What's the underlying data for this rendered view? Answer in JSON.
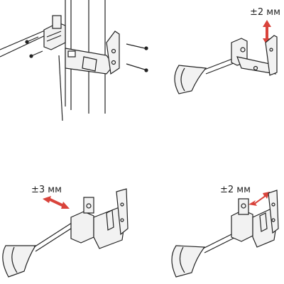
{
  "instructions": {
    "step1": {
      "label": ""
    },
    "step2": {
      "label": "±2 мм",
      "arrow_color": "#d9433b"
    },
    "step3": {
      "label": "±3 мм",
      "arrow_color": "#d9433b"
    },
    "step4": {
      "label": "±2 мм",
      "arrow_color": "#d9433b"
    }
  },
  "colors": {
    "line": "#222222",
    "metal": "#f2f2f2",
    "arrow": "#d9433b"
  }
}
